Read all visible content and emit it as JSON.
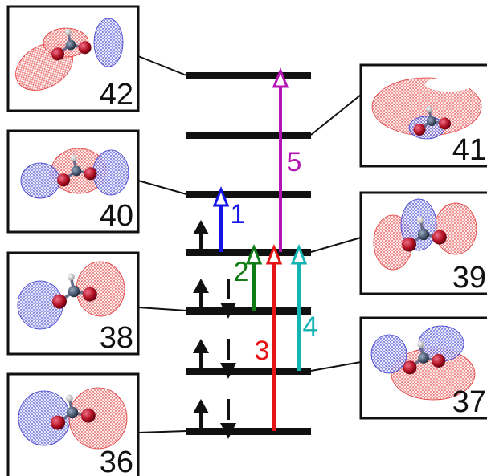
{
  "colors": {
    "level": "#111111",
    "electron_arrow": "#111111",
    "box_border": "#111111",
    "lobe_positive": "#e23a3a",
    "lobe_negative": "#3c3ccf",
    "atom_oxygen": "#b01020",
    "atom_carbon": "#4a5a70",
    "atom_hydrogen": "#d8d8d8"
  },
  "orbitals": [
    {
      "id": "42",
      "label": "42",
      "occupancy": 0,
      "side": "left"
    },
    {
      "id": "41",
      "label": "41",
      "occupancy": 0,
      "side": "right"
    },
    {
      "id": "40",
      "label": "40",
      "occupancy": 0,
      "side": "left"
    },
    {
      "id": "39",
      "label": "39",
      "occupancy": 1,
      "side": "right"
    },
    {
      "id": "38",
      "label": "38",
      "occupancy": 2,
      "side": "left"
    },
    {
      "id": "37",
      "label": "37",
      "occupancy": 2,
      "side": "right"
    },
    {
      "id": "36",
      "label": "36",
      "occupancy": 2,
      "side": "left"
    }
  ],
  "transitions": [
    {
      "label": "1",
      "from": "39",
      "to": "40",
      "color": "#1414e6"
    },
    {
      "label": "2",
      "from": "38",
      "to": "39",
      "color": "#0f7d14"
    },
    {
      "label": "3",
      "from": "36",
      "to": "39",
      "color": "#e61414"
    },
    {
      "label": "4",
      "from": "37",
      "to": "39",
      "color": "#14b4b4"
    },
    {
      "label": "5",
      "from": "39",
      "to": "42",
      "color": "#b414b4"
    }
  ]
}
